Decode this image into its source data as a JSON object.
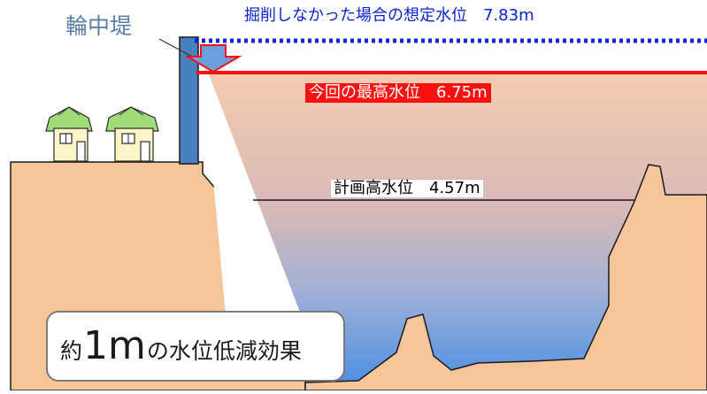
{
  "labels": {
    "embankment": "輪中堤",
    "unexcavated_level": "掘削しなかった場合の想定水位　7.83m",
    "this_time_level": "今回の最高水位　6.75m",
    "planned_level": "計画高水位　4.57m"
  },
  "callout": {
    "prefix": "約",
    "big": "1m",
    "suffix": "の水位低減効果"
  },
  "colors": {
    "ground": "#f7c59a",
    "ground_outline": "#1a1a1a",
    "embankment": "#4a7fc0",
    "unexcavated_line": "#0a24d8",
    "this_time_line": "#ff1010",
    "water_top": "#f6c9ad",
    "water_bottom": "#4f90e2",
    "house_roof": "#8fd16a",
    "house_wall": "#fff5c8"
  }
}
